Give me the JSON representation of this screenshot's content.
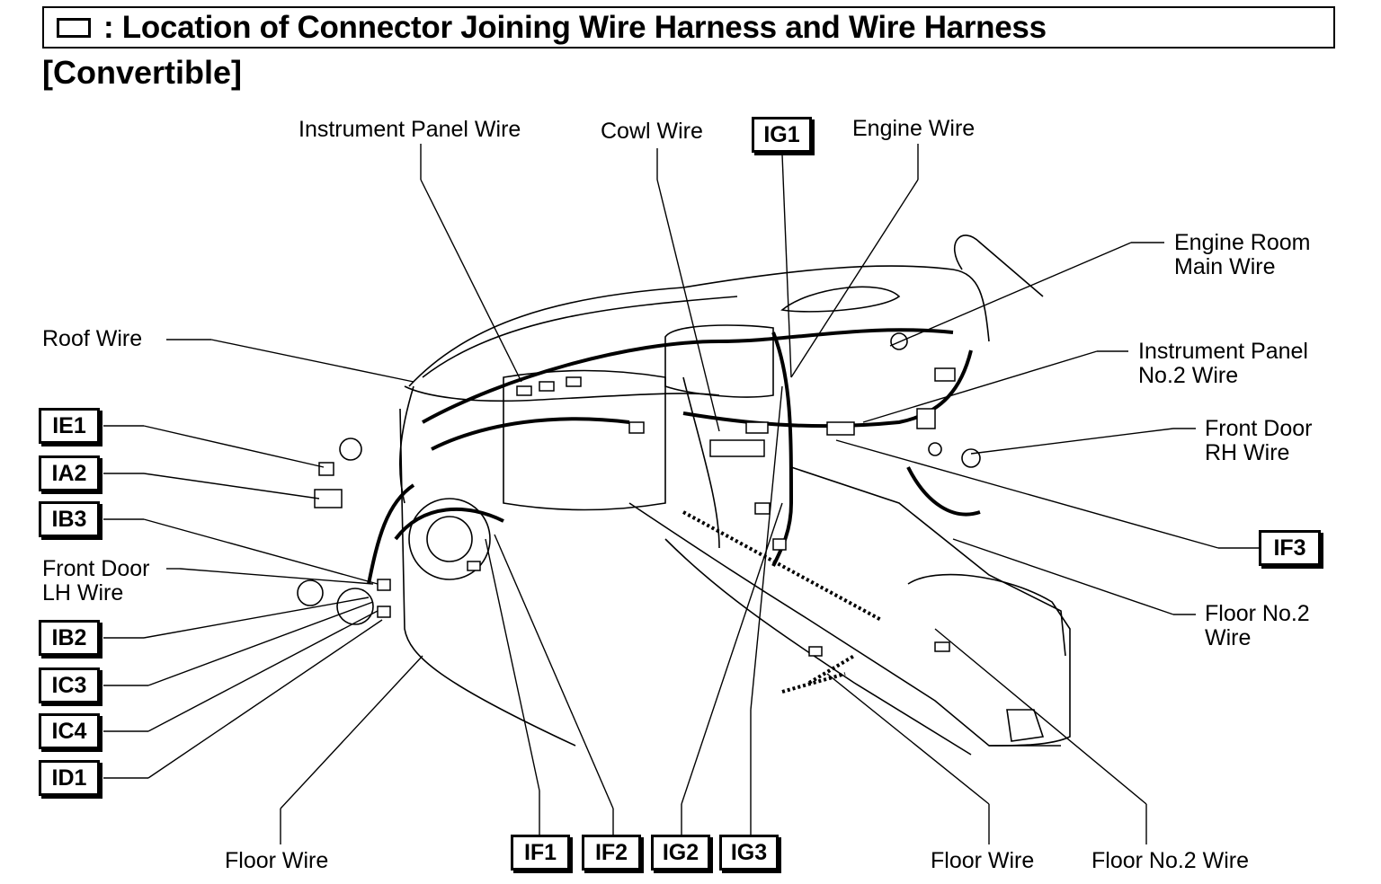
{
  "header": {
    "title": ": Location of Connector Joining Wire Harness and Wire Harness",
    "subtitle": "[Convertible]"
  },
  "labels": {
    "instrument_panel_wire": "Instrument Panel Wire",
    "cowl_wire": "Cowl Wire",
    "engine_wire": "Engine Wire",
    "engine_room_main_wire_1": "Engine Room",
    "engine_room_main_wire_2": "Main Wire",
    "roof_wire": "Roof Wire",
    "instrument_panel_no2_wire_1": "Instrument Panel",
    "instrument_panel_no2_wire_2": "No.2 Wire",
    "front_door_rh_wire_1": "Front Door",
    "front_door_rh_wire_2": "RH Wire",
    "front_door_lh_wire_1": "Front Door",
    "front_door_lh_wire_2": "LH Wire",
    "floor_no2_wire_right_1": "Floor No.2",
    "floor_no2_wire_right_2": "Wire",
    "floor_wire_left": "Floor Wire",
    "floor_wire_right": "Floor Wire",
    "floor_no2_wire_bottom": "Floor No.2 Wire"
  },
  "connectors": {
    "IG1": "IG1",
    "IE1": "IE1",
    "IA2": "IA2",
    "IB3": "IB3",
    "IB2": "IB2",
    "IC3": "IC3",
    "IC4": "IC4",
    "ID1": "ID1",
    "IF3": "IF3",
    "IF1": "IF1",
    "IF2": "IF2",
    "IG2": "IG2",
    "IG3": "IG3"
  }
}
